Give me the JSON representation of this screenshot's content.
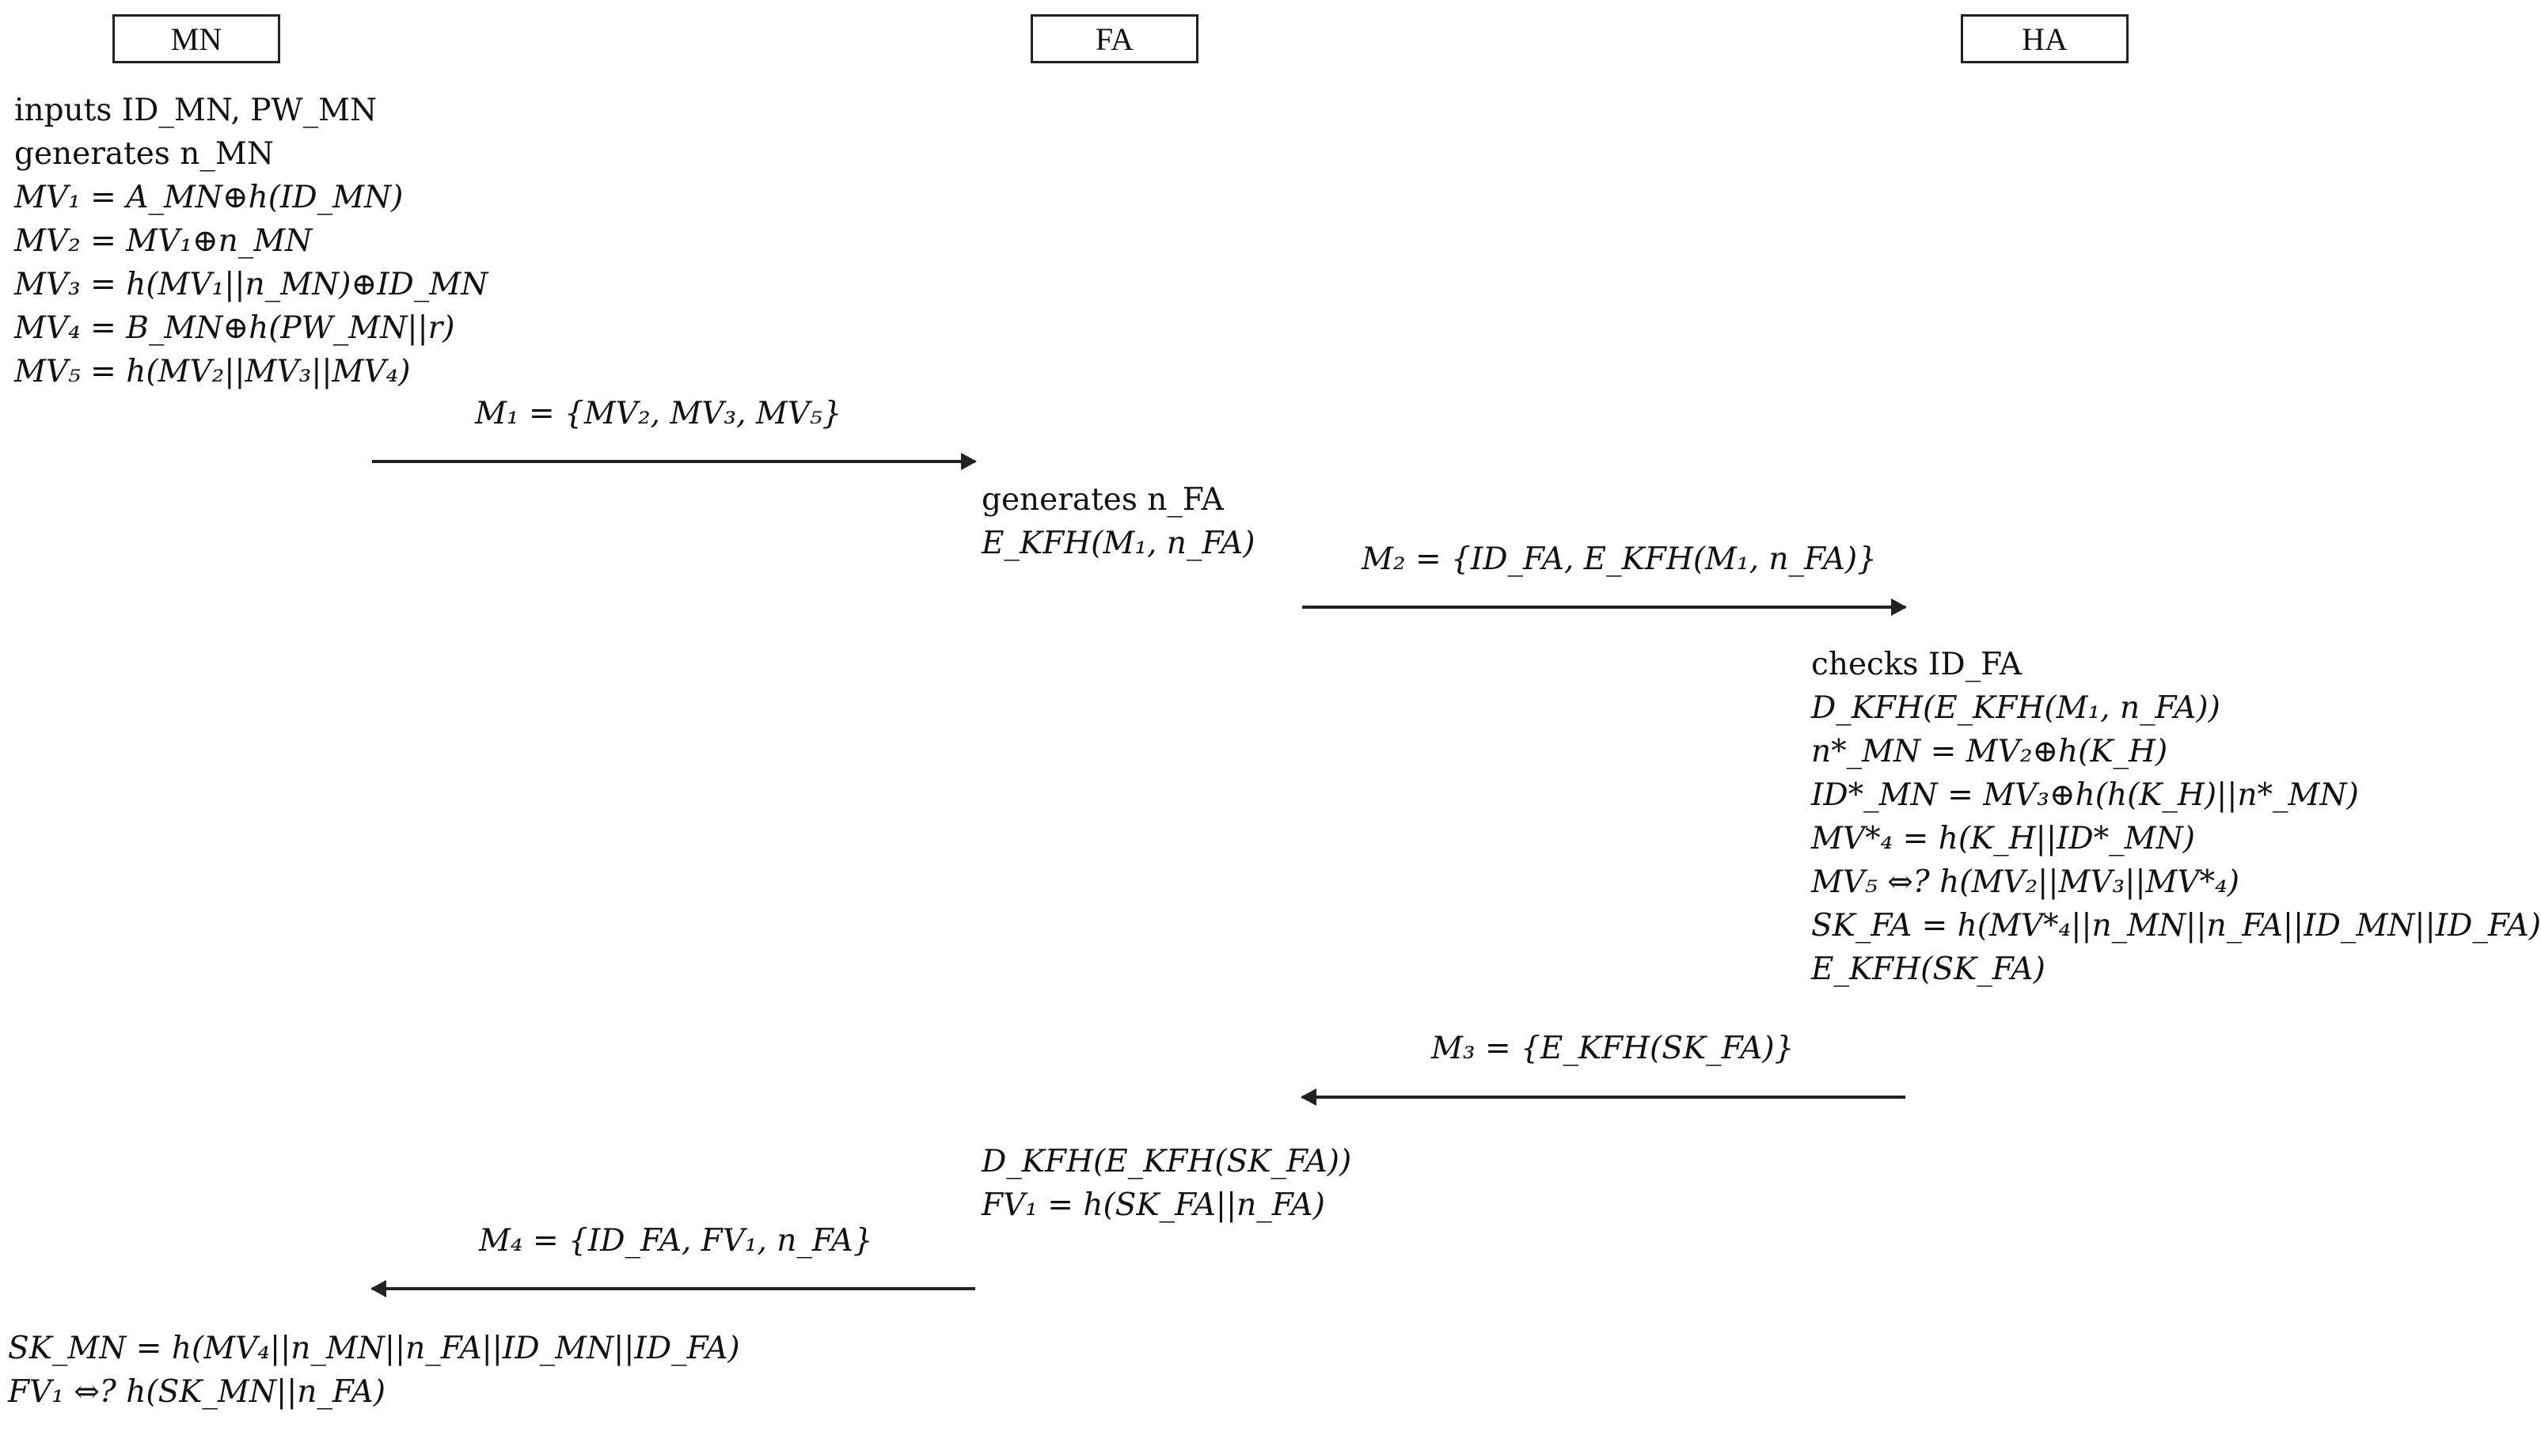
{
  "parties": {
    "mn": "MN",
    "fa": "FA",
    "ha": "HA"
  },
  "mn_step1": [
    "inputs ID_MN, PW_MN",
    "generates n_MN",
    "MV₁ = A_MN⊕h(ID_MN)",
    "MV₂ = MV₁⊕n_MN",
    "MV₃ = h(MV₁||n_MN)⊕ID_MN",
    "MV₄ = B_MN⊕h(PW_MN||r)",
    "MV₅ = h(MV₂||MV₃||MV₄)"
  ],
  "m1": "M₁ = {MV₂, MV₃, MV₅}",
  "fa_step1": [
    "generates n_FA",
    "E_KFH(M₁, n_FA)"
  ],
  "m2": "M₂ = {ID_FA, E_KFH(M₁, n_FA)}",
  "ha_step": [
    "checks ID_FA",
    "D_KFH(E_KFH(M₁, n_FA))",
    "n*_MN = MV₂⊕h(K_H)",
    "ID*_MN = MV₃⊕h(h(K_H)||n*_MN)",
    "MV*₄ = h(K_H||ID*_MN)",
    "MV₅ ⇔? h(MV₂||MV₃||MV*₄)",
    "SK_FA = h(MV*₄||n_MN||n_FA||ID_MN||ID_FA)",
    "E_KFH(SK_FA)"
  ],
  "m3": "M₃ = {E_KFH(SK_FA)}",
  "fa_step2": [
    "D_KFH(E_KFH(SK_FA))",
    "FV₁ = h(SK_FA||n_FA)"
  ],
  "m4": "M₄ = {ID_FA, FV₁, n_FA}",
  "mn_step2": [
    "SK_MN = h(MV₄||n_MN||n_FA||ID_MN||ID_FA)",
    "FV₁ ⇔? h(SK_MN||n_FA)"
  ]
}
